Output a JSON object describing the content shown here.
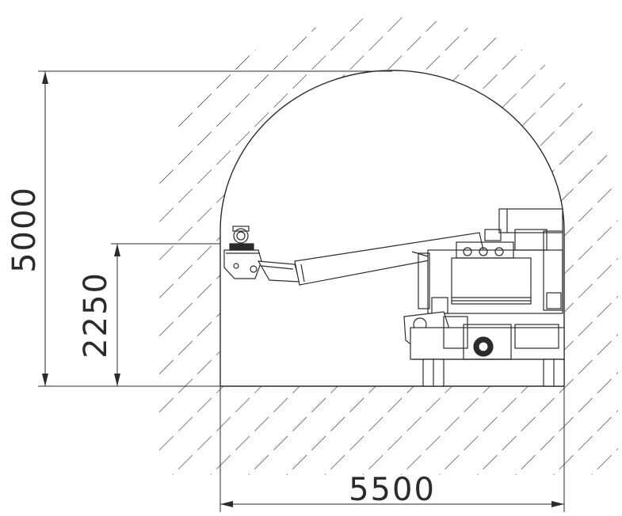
{
  "dimensions": {
    "height_total": "5000",
    "height_boom": "2250",
    "width_total": "5500"
  },
  "colors": {
    "line": "#2b2b2b",
    "background": "#ffffff"
  }
}
